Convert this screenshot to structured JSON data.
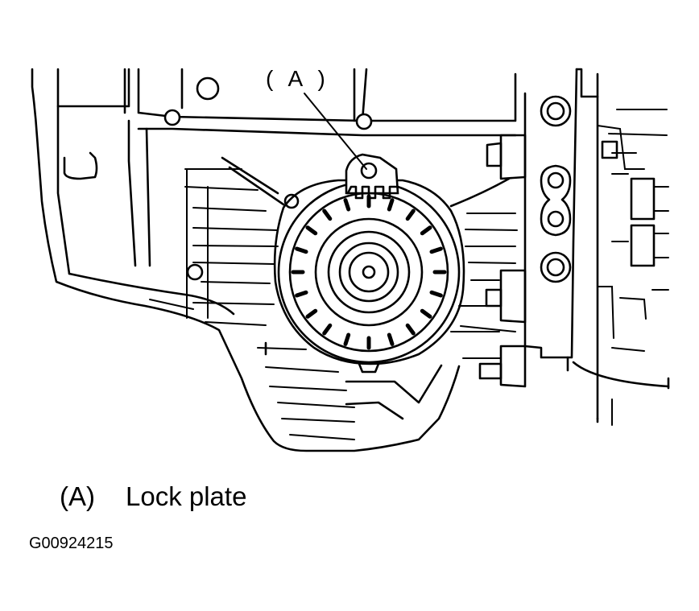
{
  "diagram": {
    "callout_label": "( A )",
    "legend": [
      {
        "key": "(A)",
        "description": "Lock plate"
      }
    ],
    "figure_id": "G00924215"
  }
}
